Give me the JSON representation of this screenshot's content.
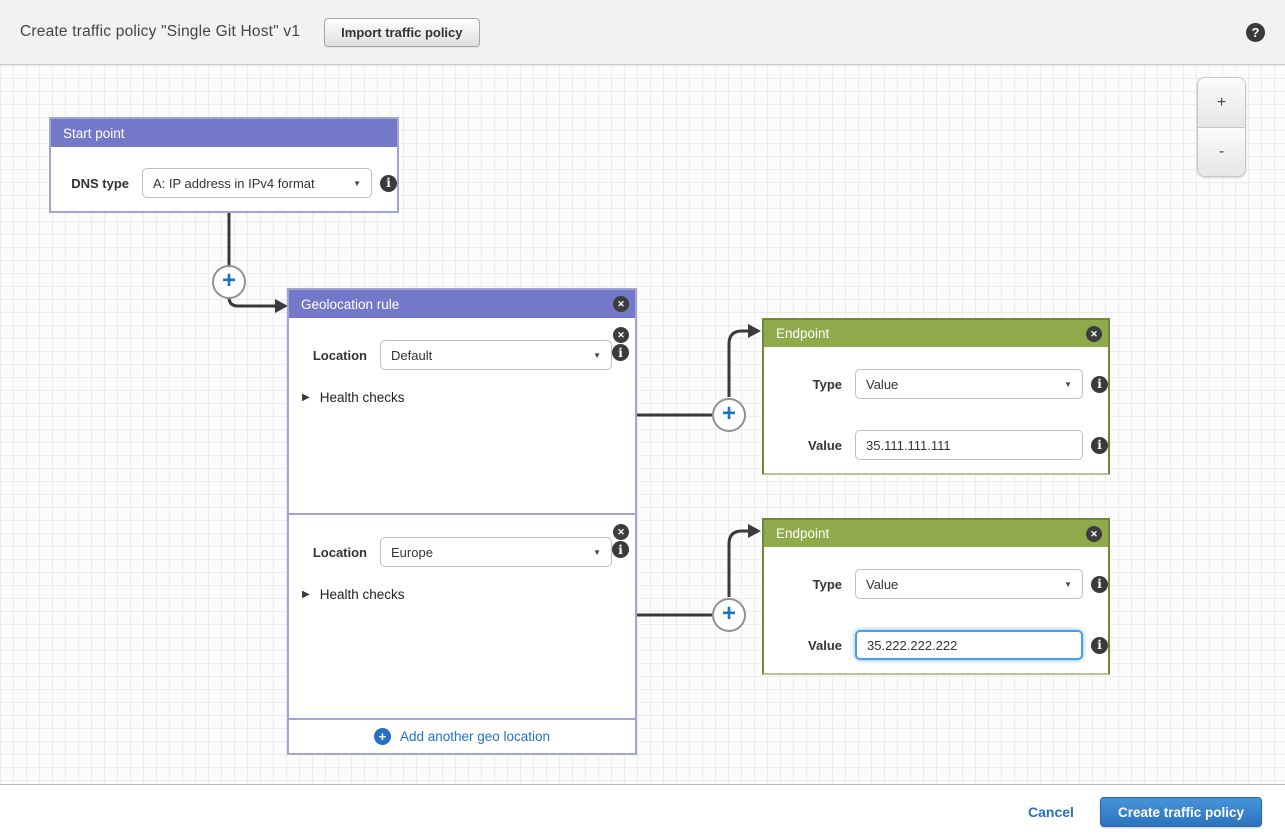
{
  "header": {
    "title": "Create traffic policy \"Single Git Host\" v1",
    "import_button": "Import traffic policy"
  },
  "zoom": {
    "in_label": "+",
    "out_label": "-"
  },
  "start_point": {
    "header": "Start point",
    "dns_type_label": "DNS type",
    "dns_type_value": "A: IP address in IPv4 format"
  },
  "geolocation": {
    "header": "Geolocation rule",
    "sections": [
      {
        "location_label": "Location",
        "location_value": "Default",
        "health_checks_label": "Health checks"
      },
      {
        "location_label": "Location",
        "location_value": "Europe",
        "health_checks_label": "Health checks"
      }
    ],
    "add_link_label": "Add another geo location"
  },
  "endpoints": [
    {
      "header": "Endpoint",
      "type_label": "Type",
      "type_value": "Value",
      "value_label": "Value",
      "value_text": "35.111.111.111",
      "focused": false
    },
    {
      "header": "Endpoint",
      "type_label": "Type",
      "type_value": "Value",
      "value_label": "Value",
      "value_text": "35.222.222.222",
      "focused": true
    }
  ],
  "footer": {
    "cancel_label": "Cancel",
    "create_label": "Create traffic policy"
  },
  "icons": {
    "help": "?",
    "info": "i",
    "close": "✕",
    "plus": "+",
    "caret": "▼",
    "disclosure": "▶"
  },
  "colors": {
    "rule_header_purple": "#7478c8",
    "endpoint_header_green": "#8faa4b",
    "link_blue": "#2470c8",
    "primary_button_blue": "#2d73bd",
    "connector_dark": "#3a3a3a",
    "connector_plus_blue": "#1e73be"
  }
}
